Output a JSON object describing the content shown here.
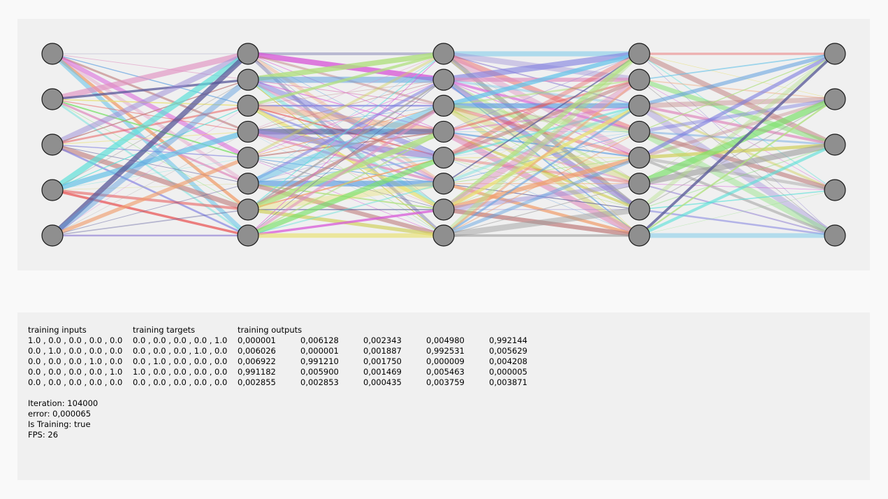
{
  "network": {
    "layers": [
      5,
      8,
      8,
      8,
      5
    ]
  },
  "info": {
    "headers": {
      "inputs": "training inputs",
      "targets": "training targets",
      "outputs": "training outputs"
    },
    "training_inputs": [
      "1.0 , 0.0 , 0.0 , 0.0 , 0.0",
      "0.0 , 1.0 , 0.0 , 0.0 , 0.0",
      "0.0 , 0.0 , 0.0 , 1.0 , 0.0",
      "0.0 , 0.0 , 0.0 , 0.0 , 1.0",
      "0.0 , 0.0 , 0.0 , 0.0 , 0.0"
    ],
    "training_targets": [
      "0.0 , 0.0 , 0.0 , 0.0 , 1.0",
      "0.0 , 0.0 , 0.0 , 1.0 , 0.0",
      "0.0 , 1.0 , 0.0 , 0.0 , 0.0",
      "1.0 , 0.0 , 0.0 , 0.0 , 0.0",
      "0.0 , 0.0 , 0.0 , 0.0 , 0.0"
    ],
    "training_outputs": [
      [
        "0,000001",
        "0,006128",
        "0,002343",
        "0,004980",
        "0,992144"
      ],
      [
        "0,006026",
        "0,000001",
        "0,001887",
        "0,992531",
        "0,005629"
      ],
      [
        "0,006922",
        "0,991210",
        "0,001750",
        "0,000009",
        "0,004208"
      ],
      [
        "0,991182",
        "0,005900",
        "0,001469",
        "0,005463",
        "0,000005"
      ],
      [
        "0,002855",
        "0,002853",
        "0,000435",
        "0,003759",
        "0,003871"
      ]
    ],
    "stats": {
      "iteration": "Iteration: 104000",
      "error": "error: 0,000065",
      "is_training": "Is Training: true",
      "fps": "FPS: 26"
    }
  },
  "colors": {
    "node_fill": "#8f8f8f",
    "node_stroke": "#1a1a1a",
    "panel_bg": "#f0f0f0",
    "edge_palette": [
      "#9b8cd6",
      "#6ac4e8",
      "#e85a5a",
      "#d85ad8",
      "#7ae06a",
      "#e8e070",
      "#5ae0d8",
      "#f0a070",
      "#8080e0",
      "#a0a0a0",
      "#c08080",
      "#e090c0",
      "#60a0e0",
      "#b0e080",
      "#5a5a9a",
      "#d0d060"
    ]
  }
}
